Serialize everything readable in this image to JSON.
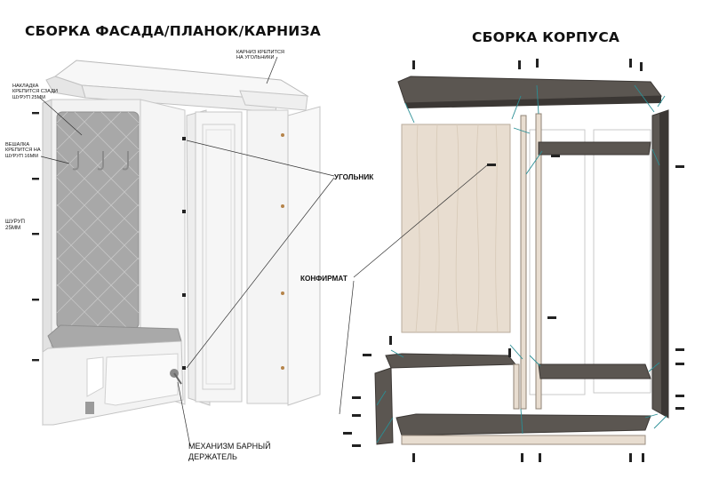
{
  "titles": {
    "left": "СБОРКА ФАСАДА/ПЛАНОК/КАРНИЗА",
    "right": "СБОРКА КОРПУСА"
  },
  "labels": {
    "overlay": [
      "НАКЛАДКА",
      "КРЕПИТСЯ СЗАДИ",
      "ШУРУП 25ММ"
    ],
    "hanger": [
      "ВЕШАЛКА",
      "КРЕПИТСЯ НА",
      "ШУРУП 16ММ"
    ],
    "screw": [
      "ШУРУП",
      "25ММ"
    ],
    "cornice": [
      "КАРНИЗ КРЕПИТСЯ",
      "НА УГОЛЬНИКИ"
    ],
    "corner": "УГОЛЬНИК",
    "confirmat": "КОНФИРМАТ",
    "mechanism": [
      "МЕХАНИЗМ БАРНЫЙ",
      "ДЕРЖАТЕЛЬ"
    ]
  },
  "colors": {
    "dark_panel": "#5b5651",
    "dark_edge": "#3b3734",
    "wood": "#e8ddd0",
    "white_body": "#f4f4f4",
    "upholstery": "#a9a9a9",
    "guide": "#2a8f95"
  }
}
